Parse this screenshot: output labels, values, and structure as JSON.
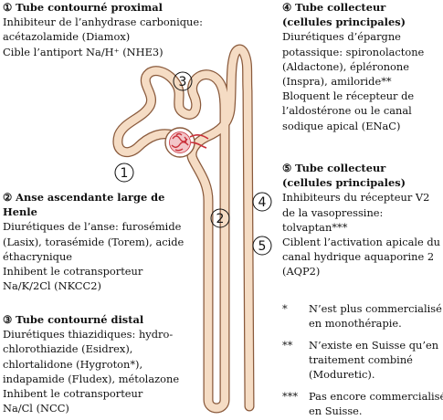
{
  "colors": {
    "tubule_fill": "#f5dcc4",
    "tubule_stroke": "#8a5a3c",
    "glomerulus_fill": "#f3c6c9",
    "glomerulus_vessel": "#c9303a",
    "text": "#111111"
  },
  "markers": [
    "1",
    "2",
    "3",
    "4",
    "5"
  ],
  "sections": {
    "s1": {
      "title": "① Tube contourné proximal",
      "lines": [
        "Inhibiteur de l’anhydrase carbonique:",
        "acétazolamide (Diamox)",
        "Cible l’antiport Na/H⁺ (NHE3)"
      ]
    },
    "s2": {
      "title": "② Anse ascendante large de Henle",
      "lines": [
        "Diurétiques de l’anse: furosémide",
        "(Lasix), torasémide (Torem), acide",
        "éthacrynique",
        "Inhibent le cotransporteur",
        "Na/K/2Cl (NKCC2)"
      ]
    },
    "s3": {
      "title": "③ Tube contourné distal",
      "lines": [
        "Diurétiques thiazidiques: hydro-",
        "chlorothiazide (Esidrex),",
        "chlortalidone (Hygroton*),",
        "indapamide (Fludex), métolazone",
        "Inhibent le cotransporteur",
        "Na/Cl (NCC)"
      ]
    },
    "s4": {
      "title": "④ Tube collecteur (cellules principales)",
      "lines": [
        "Diurétiques d’épargne",
        "potassique: spironolactone",
        "(Aldactone), épléronone",
        "(Inspra), amiloride**",
        "Bloquent le récepteur de",
        "l’aldostérone ou le canal",
        "sodique apical (ENaC)"
      ]
    },
    "s5": {
      "title": "⑤ Tube collecteur (cellules principales)",
      "lines": [
        "Inhibiteurs du récepteur V2",
        "de la vasopressine:",
        "tolvaptan***",
        "Ciblent l’activation apicale du",
        "canal hydrique aquaporine 2",
        "(AQP2)"
      ]
    }
  },
  "footnotes": [
    {
      "mark": "*",
      "lines": [
        "N’est plus commercialisé",
        "en monothérapie."
      ]
    },
    {
      "mark": "**",
      "lines": [
        "N’existe en Suisse qu’en",
        "traitement combiné",
        "(Moduretic)."
      ]
    },
    {
      "mark": "***",
      "lines": [
        "Pas encore commercialisé",
        "en Suisse."
      ]
    }
  ]
}
